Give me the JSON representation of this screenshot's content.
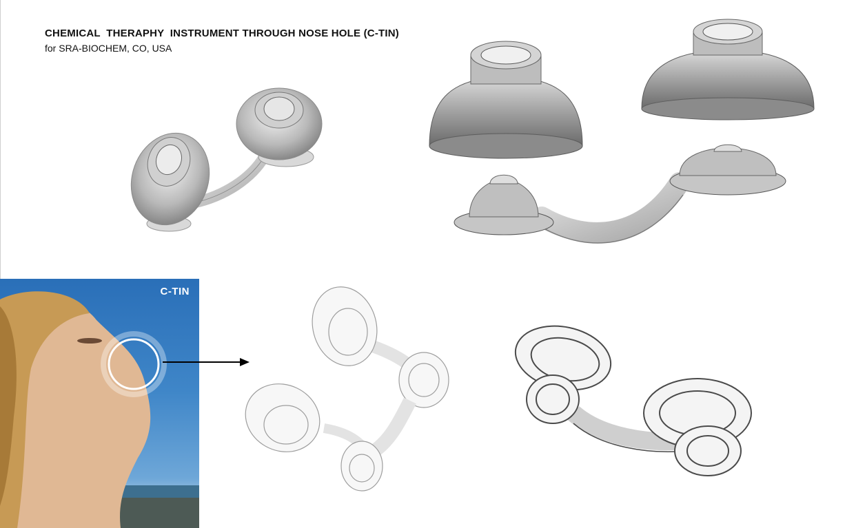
{
  "header": {
    "title": "CHEMICAL  THERAPHY  INSTRUMENT THROUGH NOSE HOLE (C-TIN)",
    "subtitle": "for SRA-BIOCHEM, CO, USA"
  },
  "photo": {
    "brand_label": "C-TIN"
  },
  "colors": {
    "sky_top": "#2a6fb8",
    "sky_bottom": "#b9d2e6",
    "device_gray": "#9a9a9a"
  }
}
